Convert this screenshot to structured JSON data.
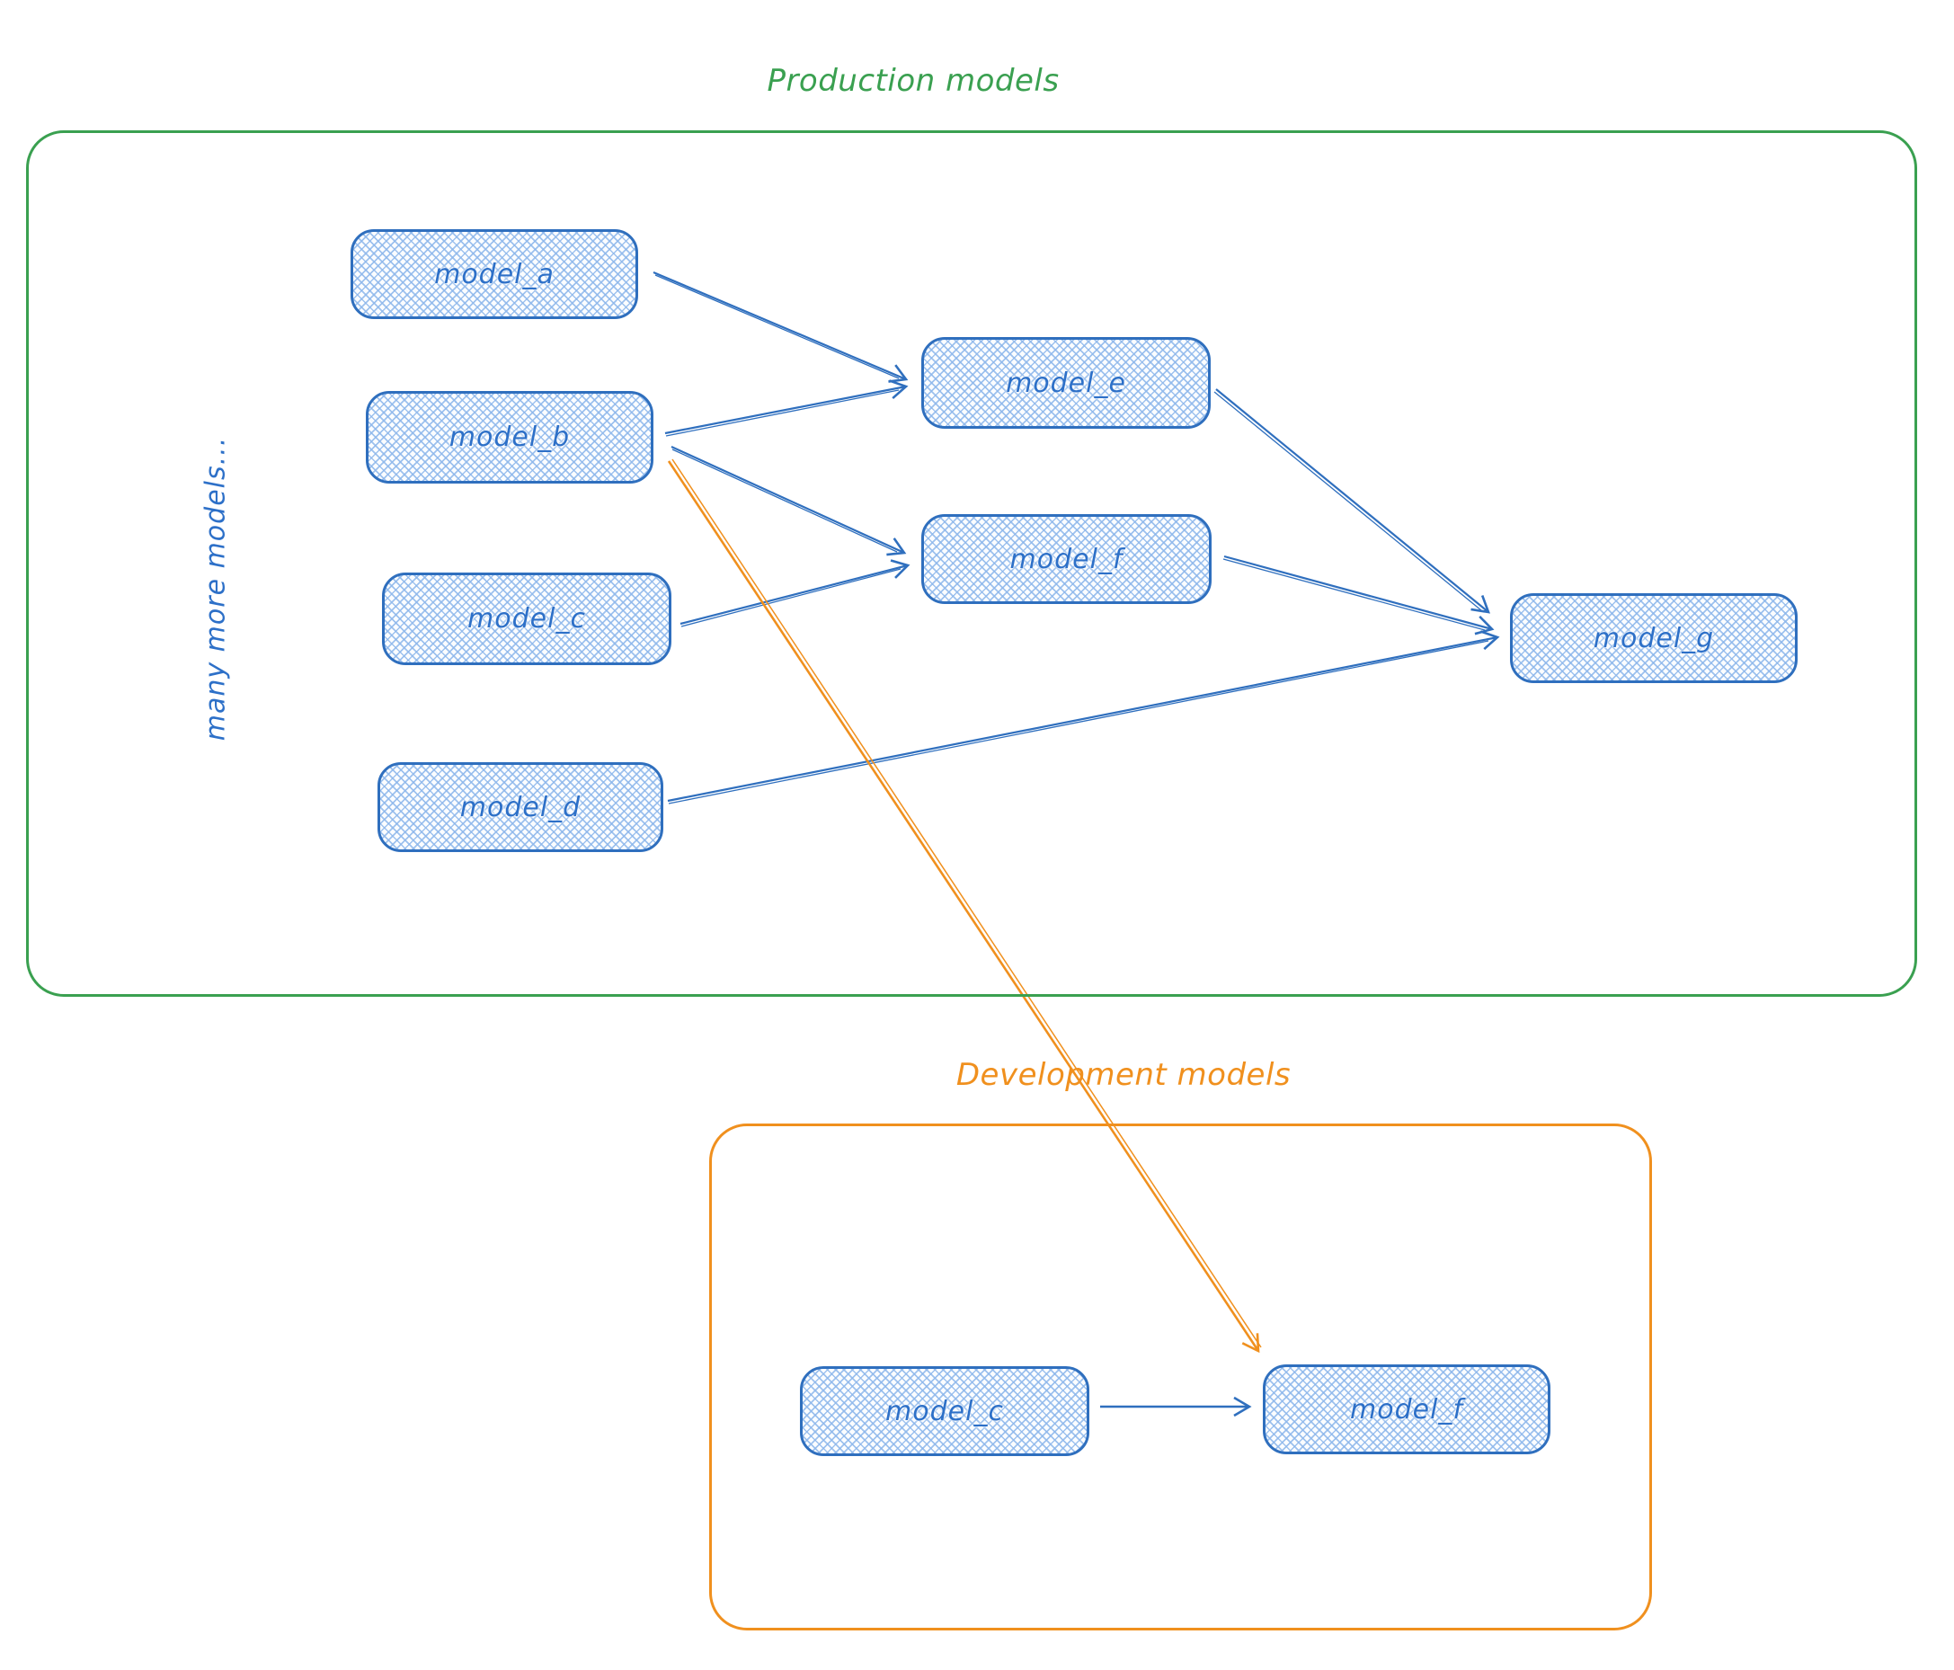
{
  "diagram": {
    "production": {
      "title": "Production models",
      "side_note": "many more models...",
      "nodes": {
        "model_a": "model_a",
        "model_b": "model_b",
        "model_c": "model_c",
        "model_d": "model_d",
        "model_e": "model_e",
        "model_f": "model_f",
        "model_g": "model_g"
      }
    },
    "development": {
      "title": "Development models",
      "nodes": {
        "model_c": "model_c",
        "model_f": "model_f"
      }
    },
    "edges": [
      {
        "from": "production.model_a",
        "to": "production.model_e",
        "color": "blue"
      },
      {
        "from": "production.model_b",
        "to": "production.model_e",
        "color": "blue"
      },
      {
        "from": "production.model_b",
        "to": "production.model_f",
        "color": "blue"
      },
      {
        "from": "production.model_c",
        "to": "production.model_f",
        "color": "blue"
      },
      {
        "from": "production.model_e",
        "to": "production.model_g",
        "color": "blue"
      },
      {
        "from": "production.model_f",
        "to": "production.model_g",
        "color": "blue"
      },
      {
        "from": "production.model_d",
        "to": "production.model_g",
        "color": "blue"
      },
      {
        "from": "development.model_c",
        "to": "development.model_f",
        "color": "blue"
      },
      {
        "from": "production.model_b",
        "to": "development.model_f",
        "color": "orange"
      }
    ],
    "colors": {
      "node_stroke": "#2f6fbe",
      "node_text": "#2d70c8",
      "node_hatch": "#8db7eb",
      "production_green": "#3aa050",
      "development_orange": "#f0901e",
      "arrow_blue": "#2f6fbe",
      "arrow_orange": "#f0901e"
    }
  }
}
